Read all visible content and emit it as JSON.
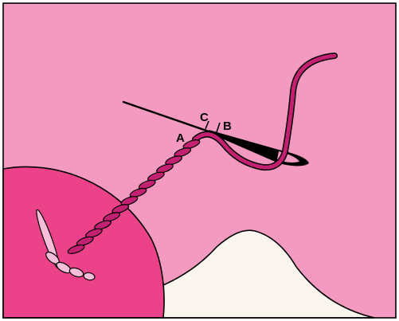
{
  "diagram": {
    "labels": {
      "a": "A",
      "b": "B",
      "c": "C"
    },
    "colors": {
      "fabric": "#F49AC1",
      "hoop": "#EC4289",
      "thread": "#C42072",
      "thread_light": "#F8BDD8",
      "mound": "#FAF6EF",
      "needle": "#000000",
      "frame": "#000000"
    },
    "icons": {
      "needle": "needle-icon",
      "thread": "thread-icon",
      "stem-stitch": "stem-stitch-icon"
    }
  }
}
